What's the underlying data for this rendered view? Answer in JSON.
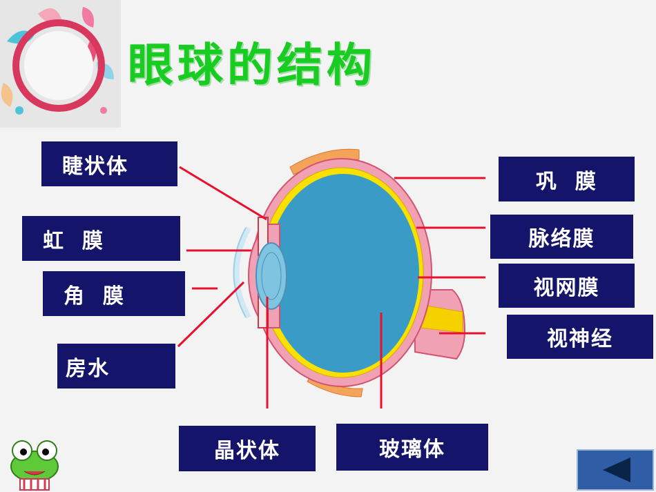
{
  "title": "眼球的结构",
  "labels": {
    "ciliary_body": "睫状体",
    "iris": "虹  膜",
    "cornea": "角  膜",
    "aqueous_humor": "房水",
    "lens": "晶状体",
    "vitreous_body": "玻璃体",
    "sclera": "巩  膜",
    "choroid": "脉络膜",
    "retina": "视网膜",
    "optic_nerve": "视神经"
  },
  "colors": {
    "title": "#19cc22",
    "label_bg": "#14146b",
    "pointer": "#e8112d"
  },
  "icons": {
    "back_button": "triangle-left-icon",
    "decoration": "circle-frame-icon",
    "mascot": "frog-icon"
  }
}
